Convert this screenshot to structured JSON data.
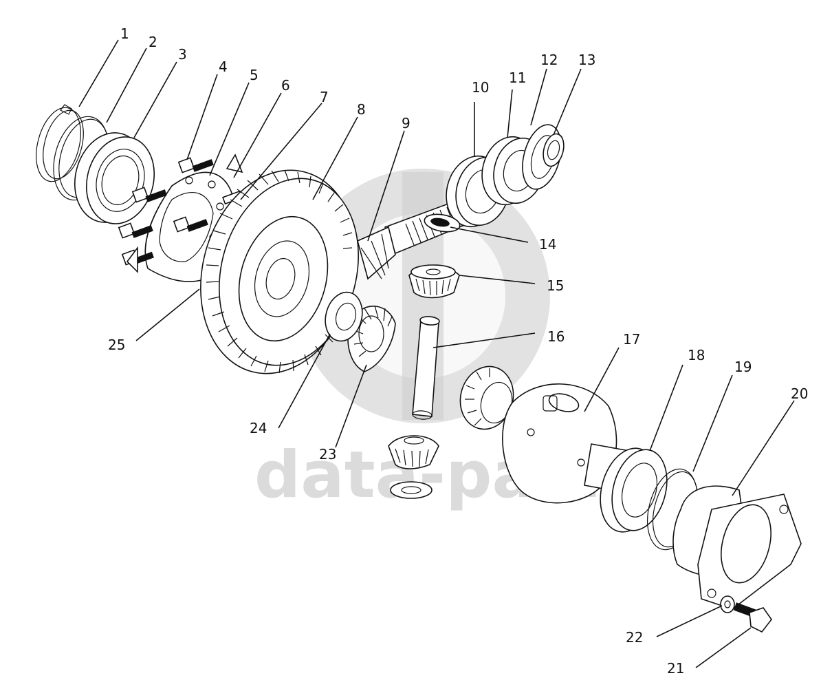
{
  "watermark": {
    "text": "data-parts",
    "color": "#cfcfcf"
  },
  "callouts": [
    {
      "id": "1",
      "label": "1"
    },
    {
      "id": "2",
      "label": "2"
    },
    {
      "id": "3",
      "label": "3"
    },
    {
      "id": "4",
      "label": "4"
    },
    {
      "id": "5",
      "label": "5"
    },
    {
      "id": "6",
      "label": "6"
    },
    {
      "id": "7",
      "label": "7"
    },
    {
      "id": "8",
      "label": "8"
    },
    {
      "id": "9",
      "label": "9"
    },
    {
      "id": "10",
      "label": "10"
    },
    {
      "id": "11",
      "label": "11"
    },
    {
      "id": "12",
      "label": "12"
    },
    {
      "id": "13",
      "label": "13"
    },
    {
      "id": "14",
      "label": "14"
    },
    {
      "id": "15",
      "label": "15"
    },
    {
      "id": "16",
      "label": "16"
    },
    {
      "id": "17",
      "label": "17"
    },
    {
      "id": "18",
      "label": "18"
    },
    {
      "id": "19",
      "label": "19"
    },
    {
      "id": "20",
      "label": "20"
    },
    {
      "id": "21",
      "label": "21"
    },
    {
      "id": "22",
      "label": "22"
    },
    {
      "id": "23",
      "label": "23"
    },
    {
      "id": "24",
      "label": "24"
    },
    {
      "id": "25",
      "label": "25"
    }
  ]
}
